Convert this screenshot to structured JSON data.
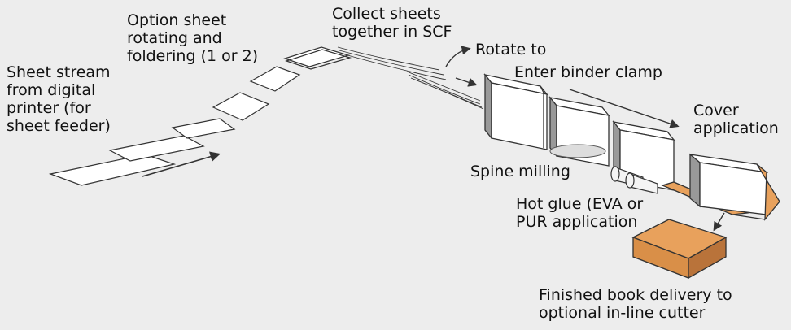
{
  "labels": {
    "sheet_stream": "Sheet stream\nfrom digital\nprinter (for\nsheet feeder)",
    "option_sheet": "Option sheet\nrotating and\nfoldering (1 or 2)",
    "collect_sheets": "Collect sheets\ntogether in SCF",
    "rotate_to": "Rotate to",
    "enter_clamp": "Enter binder clamp",
    "cover_application": "Cover\napplication",
    "spine_milling": "Spine milling",
    "hot_glue": "Hot glue (EVA or\nPUR application",
    "finished_book": "Finished book delivery to\noptional in-line cutter"
  },
  "colors": {
    "background": "#ededed",
    "sheet_fill": "#ffffff",
    "line": "#333333",
    "book_cover": "#e8a15c",
    "book_edge": "#b9733a"
  }
}
